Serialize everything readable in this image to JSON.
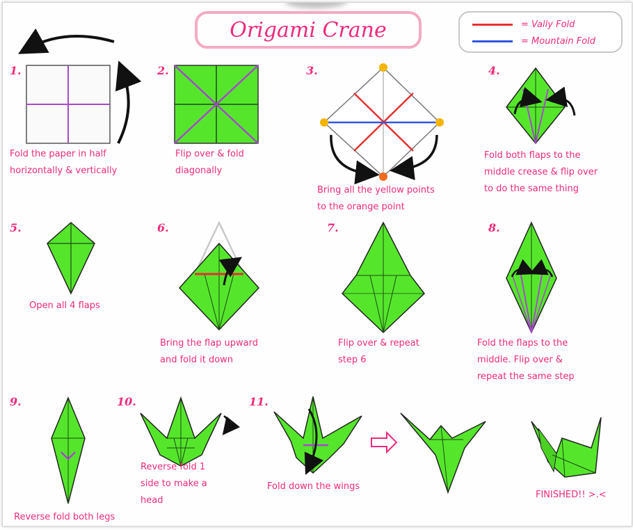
{
  "title": "Origami Crane",
  "legend": {
    "items": [
      {
        "label": "= Vally Fold",
        "color": "#e53030"
      },
      {
        "label": "= Mountain Fold",
        "color": "#3355dd"
      }
    ]
  },
  "colors": {
    "paper_green": "#55e62c",
    "fold_purple": "#a64ac9",
    "text_pink": "#ee2a7b",
    "yellow_point": "#f4b400",
    "orange_point": "#f26a1b"
  },
  "steps": [
    {
      "number": "1.",
      "caption": "Fold the paper in half\nhorizontally & vertically"
    },
    {
      "number": "2.",
      "caption": "Flip over & fold\ndiagonally"
    },
    {
      "number": "3.",
      "caption": "Bring all the yellow points\nto the orange point"
    },
    {
      "number": "4.",
      "caption": "Fold both flaps to the\nmiddle crease & flip over\nto do the same thing"
    },
    {
      "number": "5.",
      "caption": "Open all 4 flaps"
    },
    {
      "number": "6.",
      "caption": "Bring the flap upward\nand fold it down"
    },
    {
      "number": "7.",
      "caption": "Flip over & repeat\nstep 6"
    },
    {
      "number": "8.",
      "caption": "Fold the flaps to the\nmiddle. Flip over &\nrepeat the same step"
    },
    {
      "number": "9.",
      "caption": "Reverse fold both legs"
    },
    {
      "number": "10.",
      "caption": "Reverse fold 1\nside to make a\nhead"
    },
    {
      "number": "11.",
      "caption": "Fold down the wings"
    }
  ],
  "finished_label": "FINISHED!! >.<"
}
